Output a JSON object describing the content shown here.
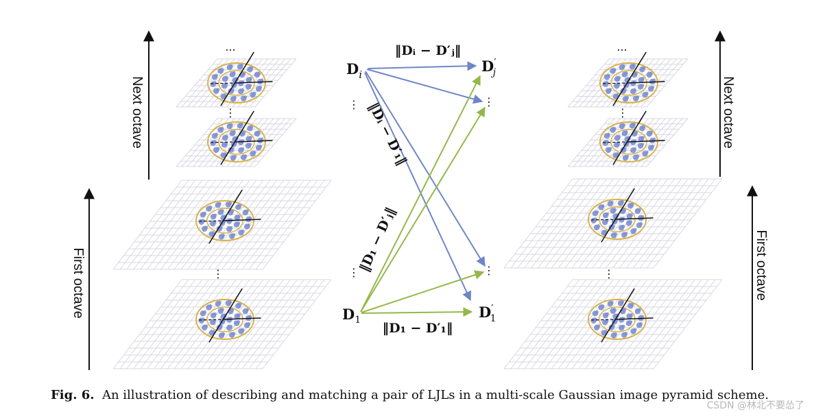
{
  "figure": {
    "top_dots": "...",
    "vertical_dots": "⋮",
    "left_axis": {
      "upper_label": "Next octave",
      "lower_label": "First octave"
    },
    "right_axis": {
      "upper_label": "Next octave",
      "lower_label": "First octave"
    },
    "descriptors": {
      "Di": "D",
      "Di_sub": "i",
      "D1": "D",
      "D1_sub": "1",
      "Dj_prime": "D",
      "Dj_prime_sup": "′",
      "Dj_prime_sub": "j",
      "D1_prime": "D",
      "D1_prime_sup": "′",
      "D1_prime_sub": "1",
      "right_upper_dots": "⋮",
      "right_lower_dots": "⋮",
      "left_upper_dots": "⋮",
      "left_lower_dots": "⋮"
    },
    "norms": {
      "top": "‖Dᵢ − D′ⱼ‖",
      "bottom": "‖D₁ − D′₁‖",
      "diag_blue": "‖Dᵢ − D′₁‖",
      "diag_green": "‖D₁ − D′ⱼ‖"
    },
    "colors": {
      "blue_arrows": "#6f86c6",
      "green_arrows": "#94b84a",
      "ellipse": "#d8b24a",
      "blob": "#7d8fd0",
      "grid": "#d7d7e2"
    }
  },
  "caption": {
    "label": "Fig. 6.",
    "text": "An illustration of describing and matching a pair of LJLs in a multi-scale Gaussian image pyramid scheme."
  },
  "watermark": "CSDN @林北不要怂了"
}
